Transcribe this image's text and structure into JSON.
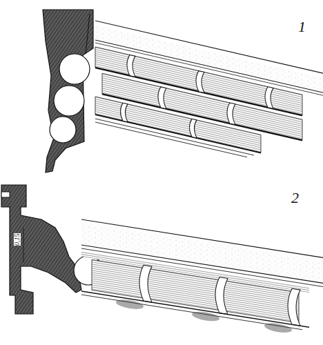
{
  "diagram": {
    "labels": [
      "1",
      "2",
      "0,15"
    ]
  }
}
